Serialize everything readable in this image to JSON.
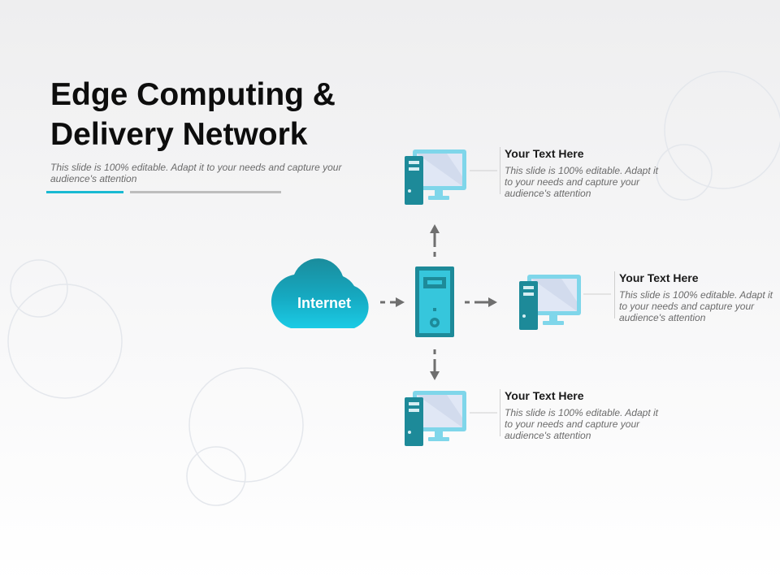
{
  "slide": {
    "title_line1": "Edge Computing &",
    "title_line2": "Delivery Network",
    "subtitle": "This slide is 100% editable. Adapt it to your needs and capture your audience's attention"
  },
  "diagram": {
    "cloud_label": "Internet",
    "cards": [
      {
        "heading": "Your Text Here",
        "text": "This slide is 100% editable. Adapt it to your needs and capture your audience's attention"
      },
      {
        "heading": "Your Text Here",
        "text": "This slide is 100% editable. Adapt it to your needs and capture your audience's attention"
      },
      {
        "heading": "Your Text Here",
        "text": "This slide is 100% editable. Adapt it to your needs and capture your audience's attention"
      }
    ]
  },
  "colors": {
    "accent": "#19b9d2",
    "teal_dark": "#1d8a99",
    "monitor": "#7fd6ea",
    "arrow": "#6f6f6f"
  },
  "icons": [
    "cloud-icon",
    "server-tower-icon",
    "desktop-computer-icon",
    "arrow-icon"
  ]
}
